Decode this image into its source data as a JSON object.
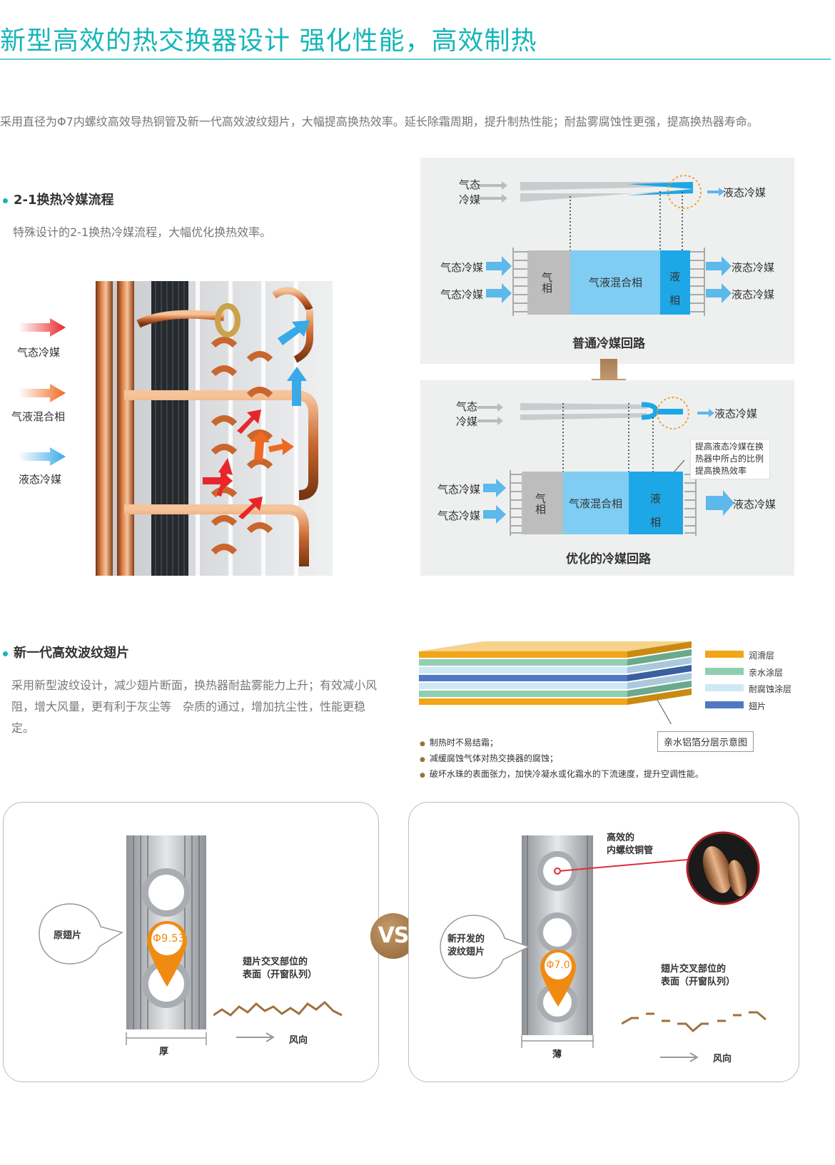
{
  "header": {
    "title": "新型高效的热交换器设计  强化性能，高效制热",
    "intro": "采用直径为Φ7内螺纹高效导热铜管及新一代高效波纹翅片，大幅提高换热效率。延长除霜周期，提升制热性能；耐盐雾腐蚀性更强，提高换热器寿命。"
  },
  "flow_section": {
    "title": "2-1换热冷媒流程",
    "desc": "特殊设计的2-1换热冷媒流程，大幅优化换热效率。",
    "legend": [
      {
        "label": "气态冷媒",
        "color": "#e8262a"
      },
      {
        "label": "气液混合相",
        "color": "#ee6a20"
      },
      {
        "label": "液态冷媒",
        "color": "#39a9e8"
      }
    ]
  },
  "diagram_top": {
    "gas_label_1": "气态",
    "gas_label_2": "冷媒",
    "liquid_out": "液态冷媒",
    "in_1": "气态冷媒",
    "in_2": "气态冷媒",
    "gas_phase_1": "气",
    "gas_phase_2": "相",
    "mix": "气液混合相",
    "liquid_phase_1": "液",
    "liquid_phase_2": "相",
    "out_1": "液态冷媒",
    "out_2": "液态冷媒",
    "caption": "普通冷媒回路"
  },
  "diagram_bottom": {
    "gas_label_1": "气态",
    "gas_label_2": "冷媒",
    "liquid_out": "液态冷媒",
    "note_1": "提高液态冷媒在换",
    "note_2": "热器中所占的比例",
    "note_3": "提高换热效率",
    "in_1": "气态冷媒",
    "in_2": "气态冷媒",
    "gas_phase_1": "气",
    "gas_phase_2": "相",
    "mix": "气液混合相",
    "liquid_phase_1": "液",
    "liquid_phase_2": "相",
    "out": "液态冷媒",
    "caption": "优化的冷媒回路"
  },
  "fin_section": {
    "title": "新一代高效波纹翅片",
    "desc": "采用新型波纹设计，减少翅片断面，换热器耐盐雾能力上升；有效减小风阻，增大风量，更有利于灰尘等　杂质的通过，增加抗尘性，性能更稳定。",
    "layers": [
      {
        "label": "润滑层",
        "color": "#f2a516"
      },
      {
        "label": "亲水涂层",
        "color": "#8fcfb0"
      },
      {
        "label": "耐腐蚀涂层",
        "color": "#cfe8f6"
      },
      {
        "label": "翅片",
        "color": "#4f79c4"
      }
    ],
    "callout": "亲水铝箔分层示意图",
    "bullets": [
      "制热时不易结霜；",
      "减缓腐蚀气体对热交换器的腐蚀；",
      "破坏水珠的表面张力，加快冷凝水或化霜水的下流速度，提升空调性能。"
    ]
  },
  "compare": {
    "vs": "VS",
    "left": {
      "bubble": "原翅片",
      "diameter": "Φ9.53",
      "surface_1": "翅片交叉部位的",
      "surface_2": "表面（开窗队列）",
      "wind": "风向",
      "thickness": "厚"
    },
    "right": {
      "bubble_1": "新开发的",
      "bubble_2": "波纹翅片",
      "tube_1": "高效的",
      "tube_2": "内螺纹铜管",
      "diameter": "Φ7.0",
      "surface_1": "翅片交叉部位的",
      "surface_2": "表面（开窗队列）",
      "wind": "风向",
      "thickness": "薄"
    }
  }
}
